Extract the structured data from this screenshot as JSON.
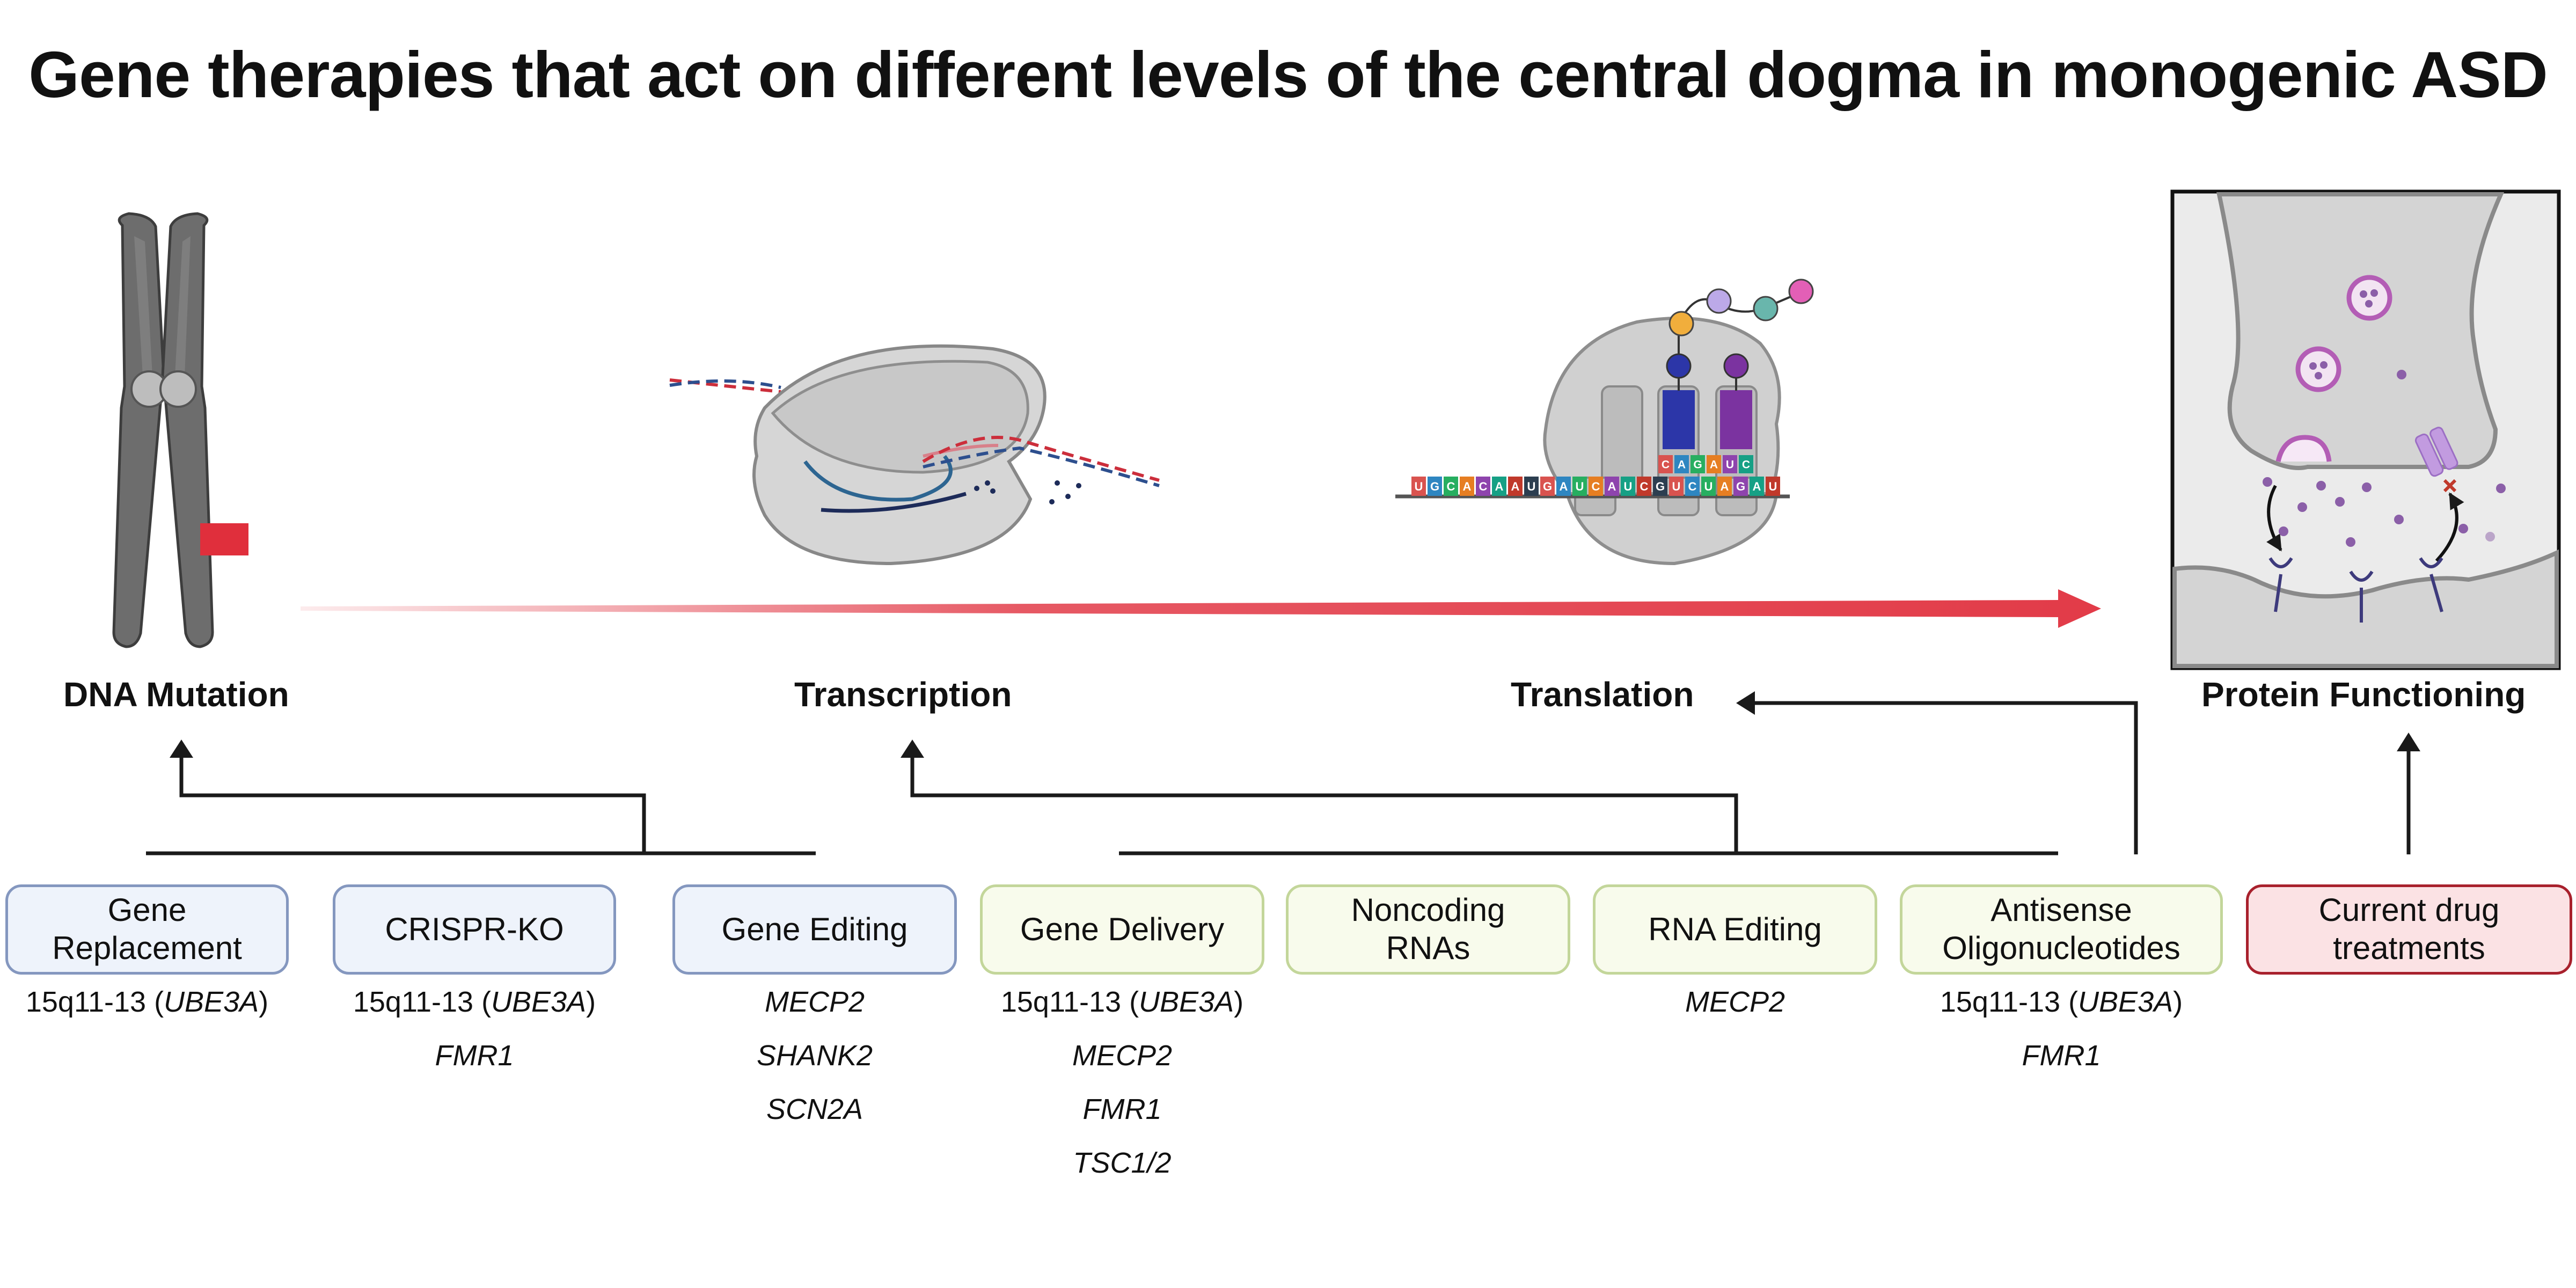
{
  "title": "Gene therapies that act on different levels of the central dogma in monogenic ASD",
  "stages": [
    {
      "label": "DNA Mutation"
    },
    {
      "label": "Transcription"
    },
    {
      "label": "Translation"
    },
    {
      "label": "Protein Functioning"
    }
  ],
  "therapies": [
    {
      "label": "Gene\nReplacement",
      "group": "DNA Mutation",
      "genes": [
        {
          "text": "15q11-13 (",
          "gene": "UBE3A",
          "suffix": ")"
        }
      ]
    },
    {
      "label": "CRISPR-KO",
      "group": "DNA Mutation",
      "genes": [
        {
          "text": "15q11-13 (",
          "gene": "UBE3A",
          "suffix": ")"
        },
        {
          "gene": "FMR1"
        }
      ]
    },
    {
      "label": "Gene Editing",
      "group": "DNA Mutation",
      "genes": [
        {
          "gene": "MECP2"
        },
        {
          "gene": "SHANK2"
        },
        {
          "gene": "SCN2A"
        }
      ]
    },
    {
      "label": "Gene Delivery",
      "group": "Transcription",
      "genes": [
        {
          "text": "15q11-13 (",
          "gene": "UBE3A",
          "suffix": ")"
        },
        {
          "gene": "MECP2"
        },
        {
          "gene": "FMR1"
        },
        {
          "gene": "TSC1/2"
        }
      ]
    },
    {
      "label": "Noncoding\nRNAs",
      "group": "Transcription",
      "genes": []
    },
    {
      "label": "RNA Editing",
      "group": "Transcription",
      "genes": [
        {
          "gene": "MECP2"
        }
      ]
    },
    {
      "label": "Antisense\nOligonucleotides",
      "group": "Transcription",
      "genes": [
        {
          "text": "15q11-13 (",
          "gene": "UBE3A",
          "suffix": ")"
        },
        {
          "gene": "FMR1"
        }
      ]
    },
    {
      "label": "Current drug\ntreatments",
      "group": "Protein Functioning",
      "genes": []
    }
  ],
  "mrna_codons": "UGCACAAUGAUCAUCGUCUAGAU",
  "trna_anticodon_1": "CAG",
  "trna_anticodon_2": "AUC",
  "colors": {
    "dogma_arrow": "#e23b48",
    "connector": "#1a1a1a",
    "box_blue_fill": "#eef3fb",
    "box_blue_border": "#8497bf",
    "box_green_fill": "#f8fbec",
    "box_green_border": "#c3d69a",
    "box_red_fill": "#fbe2e4",
    "box_red_border": "#a8202c"
  }
}
